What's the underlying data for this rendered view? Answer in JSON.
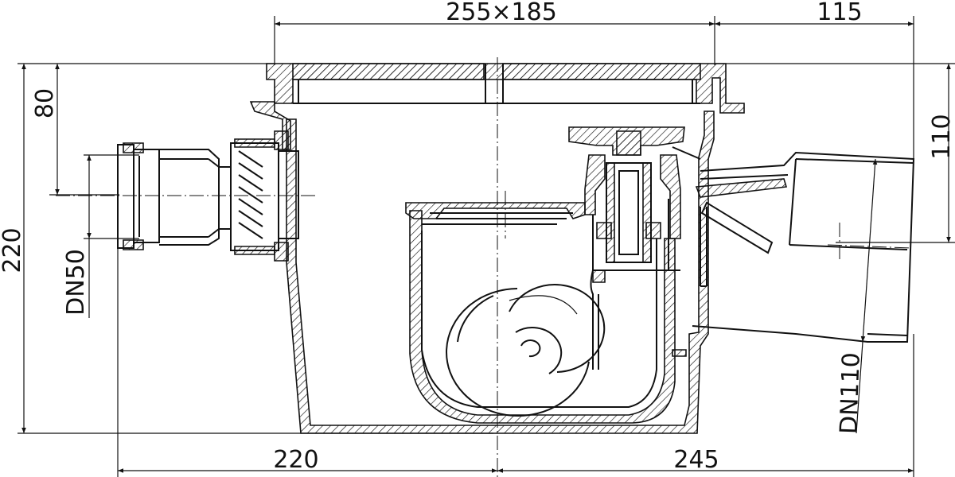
{
  "dimensions": {
    "top_width": "255×185",
    "top_right": "115",
    "left_top": "80",
    "left_height": "220",
    "left_pipe": "DN50",
    "right_height": "110",
    "right_pipe": "DN110",
    "bottom_left": "220",
    "bottom_right": "245"
  },
  "colors": {
    "line": "#111111",
    "background": "#ffffff"
  }
}
